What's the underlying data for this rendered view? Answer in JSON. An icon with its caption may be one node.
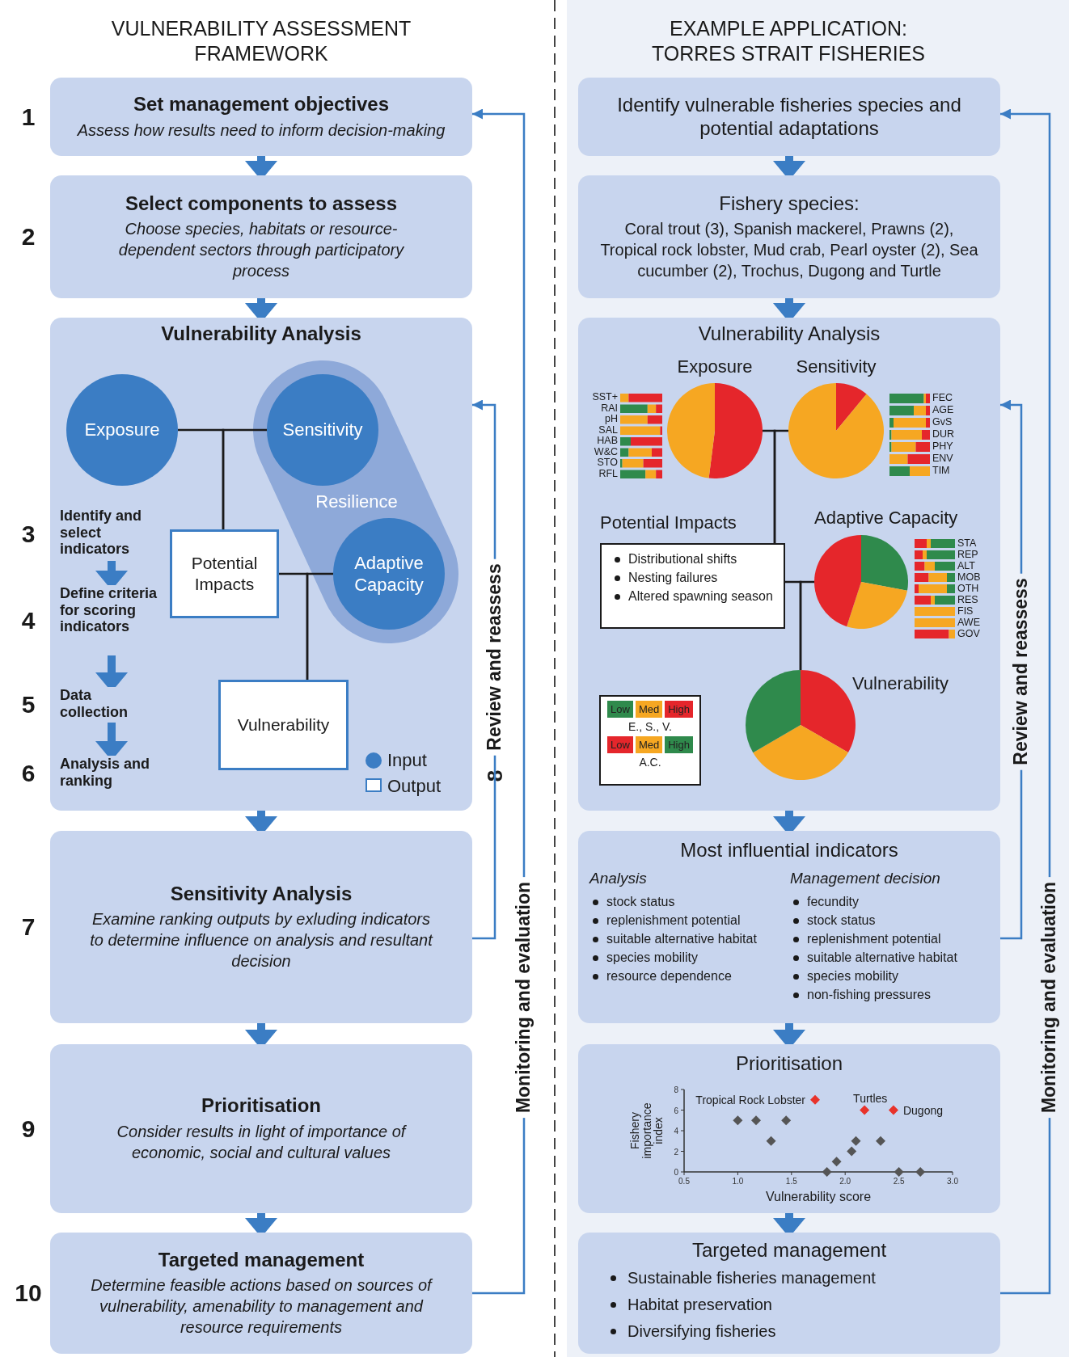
{
  "diagram": {
    "nodes": [
      {
        "text": [
          "Set management objectives",
          "Assess how results need to inform decision-making"
        ],
        "beside": [
          "1"
        ]
      },
      {
        "text": [
          "Select components to assess",
          "Choose species, habitats or resource-dependent sectors through participatory process"
        ],
        "beside": [
          "2"
        ]
      },
      {
        "text": [
          "Vulnerability Analysis"
        ]
      },
      {
        "text": [
          "Exposure"
        ],
        "in": 2
      },
      {
        "text": [
          "Resilience"
        ],
        "in": 2
      },
      {
        "text": [
          "Sensitivity"
        ],
        "in": 4
      },
      {
        "text": [
          "Adaptive Capacity"
        ],
        "in": 4
      },
      {
        "text": [
          "Potential Impacts"
        ],
        "in": 2
      },
      {
        "text": [
          "Vulnerability"
        ],
        "in": 2
      },
      {
        "text": [
          "Identify and select indicators"
        ],
        "in": 2,
        "beside": [
          "3"
        ]
      },
      {
        "text": [
          "Define criteria for scoring indicators"
        ],
        "in": 2,
        "beside": [
          "4"
        ]
      },
      {
        "text": [
          "Data collection"
        ],
        "in": 2,
        "beside": [
          "5"
        ]
      },
      {
        "text": [
          "Analysis and ranking"
        ],
        "in": 2,
        "beside": [
          "6"
        ]
      },
      {
        "text": [
          "Sensitivity Analysis",
          "Examine ranking outputs by exluding indicators to determine influence on analysis and resultant decision"
        ],
        "beside": [
          "7"
        ]
      },
      {
        "text": [
          "Prioritisation",
          "Consider results in light of importance of economic, social and cultural values"
        ],
        "beside": [
          "9"
        ]
      },
      {
        "text": [
          "Targeted management",
          "Determine feasible actions based on sources of vulnerability, amenability to management and resource requirements"
        ],
        "beside": [
          "10"
        ]
      },
      {
        "text": [
          "Identify vulnerable fisheries species and potential adaptations"
        ]
      },
      {
        "text": [
          "Fishery species:",
          "Coral trout (3), Spanish mackerel, Prawns (2), Tropical rock lobster, Mud crab, Pearl oyster (2), Sea cucumber (2), Trochus, Dugong and Turtle"
        ]
      },
      {
        "text": [
          "Vulnerability Analysis"
        ]
      },
      {
        "text": [
          "Exposure"
        ],
        "in": 18,
        "beside": [
          "SST+",
          "RAI",
          "pH",
          "SAL",
          "HAB",
          "W&C",
          "STO",
          "RFL"
        ]
      },
      {
        "text": [
          "Sensitivity"
        ],
        "in": 18,
        "beside": [
          "FEC",
          "AGE",
          "GvS",
          "DUR",
          "PHY",
          "ENV",
          "TIM"
        ]
      },
      {
        "text": [
          "Distributional shifts",
          "Nesting failures",
          "Altered spawning season"
        ],
        "in": 18,
        "beside": [
          "Potential Impacts"
        ]
      },
      {
        "text": [
          "Adaptive Capacity"
        ],
        "in": 18,
        "beside": [
          "STA",
          "REP",
          "ALT",
          "MOB",
          "OTH",
          "RES",
          "FIS",
          "AWE",
          "GOV"
        ]
      },
      {
        "text": [
          "Vulnerability"
        ],
        "in": 18
      },
      {
        "text": [
          "Low",
          "Med",
          "High",
          "E., S., V.",
          "Low",
          "Med",
          "High",
          "A.C."
        ],
        "in": 18
      },
      {
        "text": [
          "Most influential indicators",
          "Analysis",
          "stock status",
          "replenishment potential",
          "suitable alternative habitat",
          "species mobility",
          "resource dependence",
          "Management decision",
          "fecundity",
          "stock status",
          "replenishment potential",
          "suitable alternative habitat",
          "species mobility",
          "non-fishing pressures"
        ]
      },
      {
        "text": [
          "Prioritisation"
        ]
      },
      {
        "text": [
          "Targeted management",
          "Sustainable fisheries management",
          "Habitat preservation",
          "Diversifying fisheries"
        ]
      }
    ],
    "edges": [
      {
        "from": 0,
        "to": 1,
        "arrow": "to"
      },
      {
        "from": 1,
        "to": 2,
        "arrow": "to"
      },
      {
        "from": 2,
        "to": 13,
        "arrow": "to"
      },
      {
        "from": 13,
        "to": 14,
        "arrow": "to"
      },
      {
        "from": 14,
        "to": 15,
        "arrow": "to"
      },
      {
        "from": 9,
        "to": 10,
        "arrow": "to"
      },
      {
        "from": 10,
        "to": 11,
        "arrow": "to"
      },
      {
        "from": 11,
        "to": 12,
        "arrow": "to"
      },
      {
        "from": 3,
        "to": 7,
        "arrow": "none",
        "color": "#1a1a1a"
      },
      {
        "from": 5,
        "to": 7,
        "arrow": "none",
        "color": "#1a1a1a"
      },
      {
        "from": 7,
        "to": 8,
        "arrow": "none",
        "color": "#1a1a1a"
      },
      {
        "from": 6,
        "to": 8,
        "arrow": "none",
        "color": "#1a1a1a"
      },
      {
        "from": 13,
        "to": 2,
        "arrow": "to",
        "label": "Review and reassess"
      },
      {
        "from": 15,
        "to": 0,
        "arrow": "to",
        "label": "Monitoring and evaluation"
      },
      {
        "from": 16,
        "to": 17,
        "arrow": "to"
      },
      {
        "from": 17,
        "to": 18,
        "arrow": "to"
      },
      {
        "from": 18,
        "to": 25,
        "arrow": "to"
      },
      {
        "from": 25,
        "to": 26,
        "arrow": "to"
      },
      {
        "from": 26,
        "to": 27,
        "arrow": "to"
      },
      {
        "from": 19,
        "to": 21,
        "arrow": "none",
        "color": "#1a1a1a"
      },
      {
        "from": 20,
        "to": 21,
        "arrow": "none",
        "color": "#1a1a1a"
      },
      {
        "from": 21,
        "to": 23,
        "arrow": "none",
        "color": "#1a1a1a"
      },
      {
        "from": 22,
        "to": 23,
        "arrow": "none",
        "color": "#1a1a1a"
      },
      {
        "from": 25,
        "to": 18,
        "arrow": "to",
        "label": "Review and reassess"
      },
      {
        "from": 27,
        "to": 16,
        "arrow": "to",
        "label": "Monitoring and evaluation"
      }
    ],
    "labels": [
      "VULNERABILITY ASSESSMENT FRAMEWORK",
      "EXAMPLE APPLICATION: TORRES STRAIT FISHERIES",
      "8"
    ],
    "legend": [
      {
        "text": "Input"
      },
      {
        "text": "Output"
      }
    ],
    "chart_data": {
      "type": "scatter",
      "xlabel": "Vulnerability score",
      "ylabel": "Fishery importance index",
      "x": [
        1.0,
        1.17,
        1.31,
        1.45,
        1.72,
        1.83,
        1.92,
        2.06,
        2.1,
        2.18,
        2.33,
        2.45,
        2.5,
        2.7
      ],
      "series": [
        {
          "color": "#555555",
          "values": [
            5,
            5,
            3,
            5,
            null,
            0,
            1,
            2,
            3,
            null,
            3,
            null,
            0,
            0
          ]
        },
        {
          "color": "#e8322a",
          "values": [
            null,
            null,
            null,
            null,
            7,
            null,
            null,
            null,
            null,
            6,
            null,
            6,
            null,
            null
          ]
        }
      ],
      "xlim": [
        0.5,
        3.0
      ],
      "ylim": [
        0,
        8
      ],
      "xticks": [
        {
          "value": 0.5,
          "label": "0.5"
        },
        {
          "value": 1,
          "label": "1.0"
        },
        {
          "value": 1.5,
          "label": "1.5"
        },
        {
          "value": 2,
          "label": "2.0"
        },
        {
          "value": 2.5,
          "label": "2.5"
        },
        {
          "value": 3,
          "label": "3.0"
        }
      ],
      "yticks": [
        0,
        2,
        4,
        6,
        8
      ],
      "annotations": [
        "Tropical Rock Lobster",
        "Turtles",
        "Dugong"
      ]
    }
  }
}
